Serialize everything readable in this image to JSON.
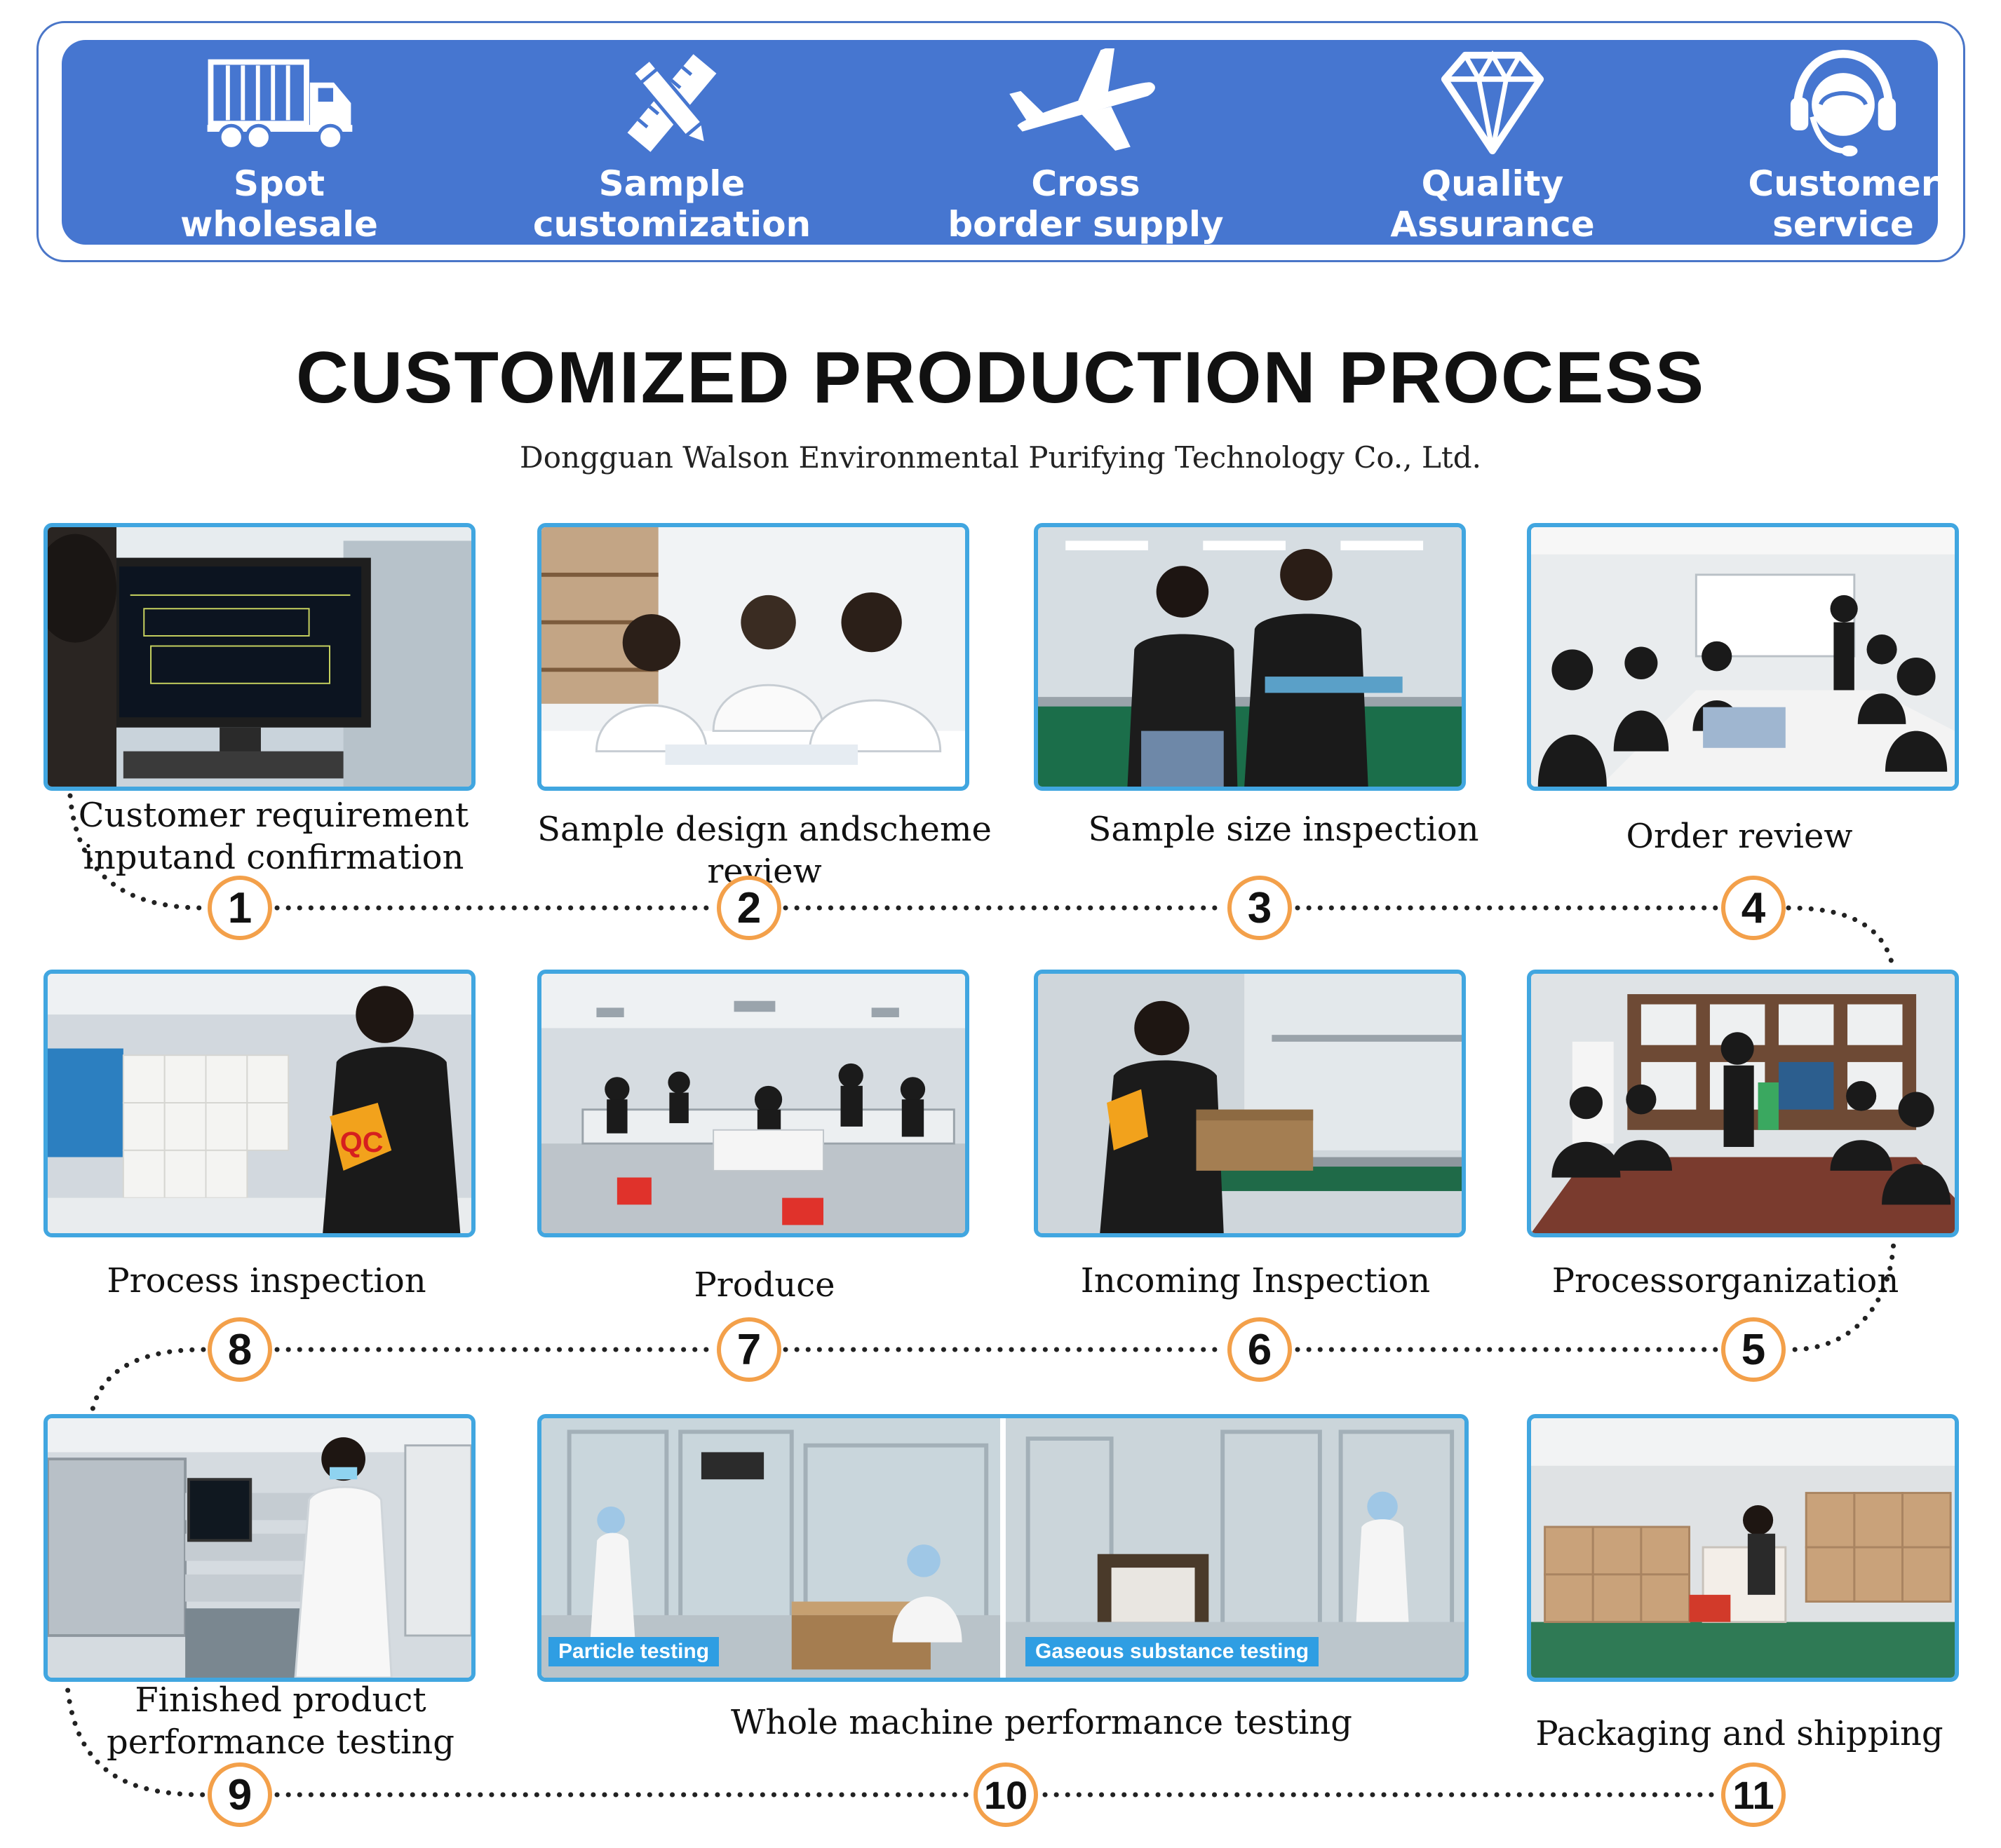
{
  "features": [
    {
      "label": "Spot\nwholesale",
      "icon": "truck-icon"
    },
    {
      "label": "Sample\ncustomization",
      "icon": "pencil-ruler-icon"
    },
    {
      "label": "Cross\nborder supply",
      "icon": "airplane-icon"
    },
    {
      "label": "Quality\nAssurance",
      "icon": "diamond-icon"
    },
    {
      "label": "Customer\nservice",
      "icon": "headset-icon"
    }
  ],
  "title": "CUSTOMIZED PRODUCTION PROCESS",
  "company": "Dongguan Walson Environmental Purifying Technology Co., Ltd.",
  "steps": [
    {
      "number": "1",
      "label": "Customer requirement\ninputand confirmation"
    },
    {
      "number": "2",
      "label": "Sample design andscheme review"
    },
    {
      "number": "3",
      "label": "Sample size inspection"
    },
    {
      "number": "4",
      "label": "Order review"
    },
    {
      "number": "5",
      "label": "Processorganization"
    },
    {
      "number": "6",
      "label": "Incoming Inspection"
    },
    {
      "number": "7",
      "label": "Produce"
    },
    {
      "number": "8",
      "label": "Process inspection"
    },
    {
      "number": "9",
      "label": "Finished product\nperformance testing"
    },
    {
      "number": "10",
      "label": "Whole machine performance testing"
    },
    {
      "number": "11",
      "label": "Packaging and shipping"
    }
  ],
  "photo_tags": {
    "particle": "Particle testing",
    "gaseous": "Gaseous substance testing"
  },
  "colors": {
    "banner": "#4676d0",
    "frame": "#41a6e0",
    "badge_ring": "#f3a04a"
  }
}
